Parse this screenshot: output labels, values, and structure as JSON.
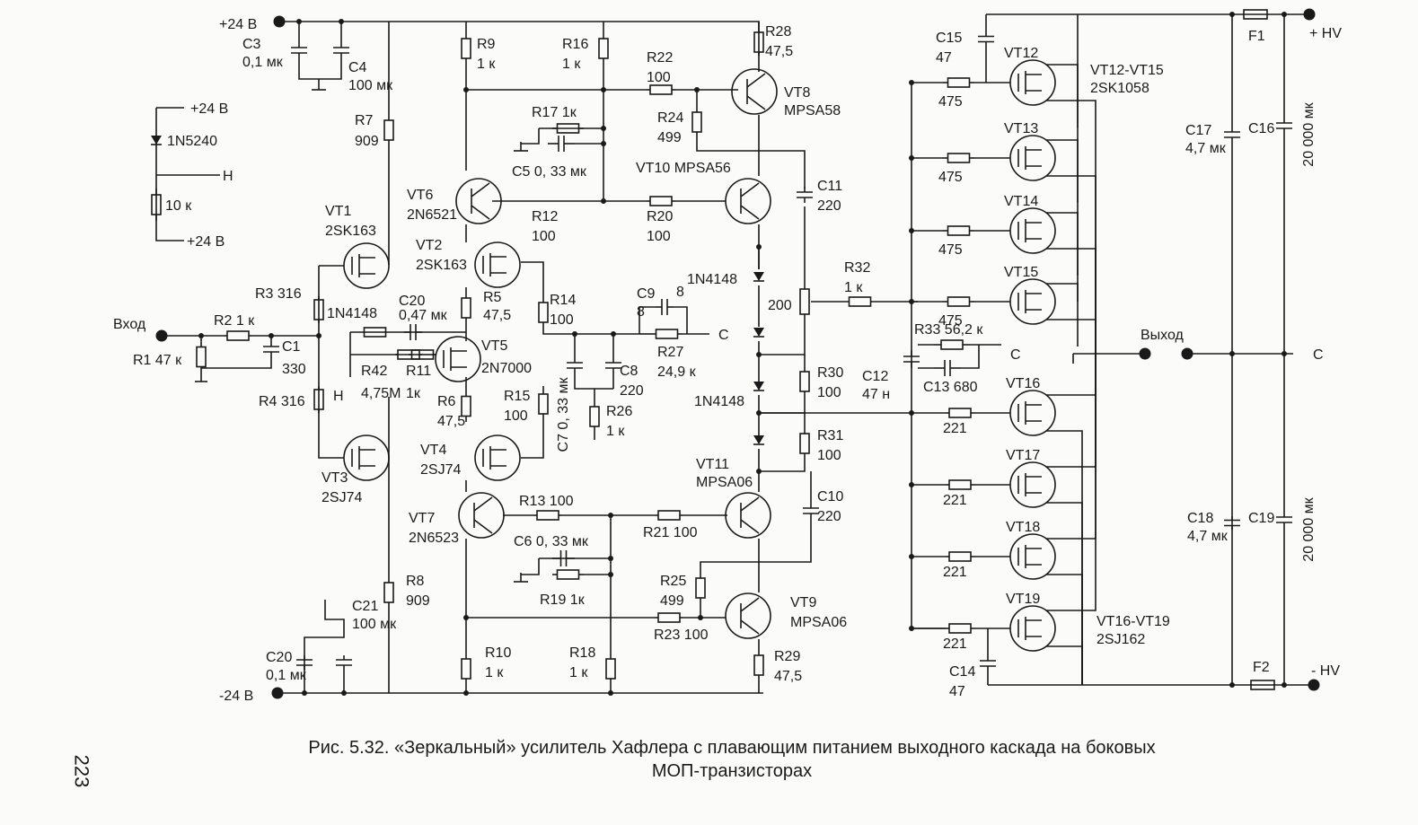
{
  "rails": {
    "pos24": "+24 В",
    "neg24": "-24 В",
    "pos_hv": "+ HV",
    "neg_hv": "- HV",
    "zener_top": "+24 В",
    "zener_bottom": "+24 В",
    "zener_tap": "H"
  },
  "ports": {
    "input": "Вход",
    "output": "Выход",
    "c_mark": "C",
    "h_mark": "H"
  },
  "components": [
    {
      "id": "c3",
      "label": "C3",
      "value": "0,1 мк"
    },
    {
      "id": "c4",
      "label": "C4",
      "value": "100 мк"
    },
    {
      "id": "d-1n5240",
      "label": "1N5240",
      "value": ""
    },
    {
      "id": "r-10k",
      "label": "10 к",
      "value": ""
    },
    {
      "id": "r7",
      "label": "R7",
      "value": "909"
    },
    {
      "id": "r9",
      "label": "R9",
      "value": "1 к"
    },
    {
      "id": "r16",
      "label": "R16",
      "value": "1 к"
    },
    {
      "id": "r28",
      "label": "R28",
      "value": "47,5"
    },
    {
      "id": "r22",
      "label": "R22",
      "value": "100"
    },
    {
      "id": "vt8",
      "label": "VT8",
      "value": "MPSA58"
    },
    {
      "id": "r24",
      "label": "R24",
      "value": "499"
    },
    {
      "id": "r17",
      "label": "R17 1к",
      "value": ""
    },
    {
      "id": "c5",
      "label": "C5 0, 33 мк",
      "value": ""
    },
    {
      "id": "vt10",
      "label": "VT10 MPSA56",
      "value": ""
    },
    {
      "id": "c11",
      "label": "C11",
      "value": "220"
    },
    {
      "id": "vt6",
      "label": "VT6",
      "value": "2N6521"
    },
    {
      "id": "r12",
      "label": "R12",
      "value": "100"
    },
    {
      "id": "r20",
      "label": "R20",
      "value": "100"
    },
    {
      "id": "vt1",
      "label": "VT1",
      "value": "2SK163"
    },
    {
      "id": "vt2",
      "label": "VT2",
      "value": "2SK163"
    },
    {
      "id": "r3",
      "label": "R3  316",
      "value": ""
    },
    {
      "id": "c20-top",
      "label": "C20",
      "value": "0,47 мк"
    },
    {
      "id": "d-1n4148-in",
      "label": "1N4148",
      "value": ""
    },
    {
      "id": "r5",
      "label": "R5",
      "value": "47,5"
    },
    {
      "id": "r14",
      "label": "R14",
      "value": "100"
    },
    {
      "id": "c9",
      "label": "C9",
      "value": "8"
    },
    {
      "id": "d-1n4148-top",
      "label": "1N4148",
      "value": ""
    },
    {
      "id": "r32",
      "label": "R32",
      "value": "1 к"
    },
    {
      "id": "pot200",
      "label": "200",
      "value": ""
    },
    {
      "id": "r2",
      "label": "R2 1 к",
      "value": ""
    },
    {
      "id": "r1",
      "label": "R1 47 к",
      "value": ""
    },
    {
      "id": "c1",
      "label": "C1",
      "value": "330"
    },
    {
      "id": "r42",
      "label": "R42",
      "value": "4,75M"
    },
    {
      "id": "r11",
      "label": "R11",
      "value": "1к"
    },
    {
      "id": "vt5",
      "label": "VT5",
      "value": "2N7000"
    },
    {
      "id": "r27",
      "label": "R27",
      "value": "24,9 к"
    },
    {
      "id": "c7",
      "label": "C7 0, 33 мк",
      "value": ""
    },
    {
      "id": "c8",
      "label": "C8",
      "value": "220"
    },
    {
      "id": "r4",
      "label": "R4 316",
      "value": ""
    },
    {
      "id": "r6",
      "label": "R6",
      "value": "47,5"
    },
    {
      "id": "r15",
      "label": "R15",
      "value": "100"
    },
    {
      "id": "r26",
      "label": "R26",
      "value": "1 к"
    },
    {
      "id": "r30",
      "label": "R30",
      "value": "100"
    },
    {
      "id": "c12",
      "label": "C12",
      "value": "47 н"
    },
    {
      "id": "c13",
      "label": "C13 680",
      "value": ""
    },
    {
      "id": "r33",
      "label": "R33 56,2 к",
      "value": ""
    },
    {
      "id": "d-1n4148-bot",
      "label": "1N4148",
      "value": ""
    },
    {
      "id": "vt3",
      "label": "VT3",
      "value": "2SJ74"
    },
    {
      "id": "vt4",
      "label": "VT4",
      "value": "2SJ74"
    },
    {
      "id": "r31",
      "label": "R31",
      "value": "100"
    },
    {
      "id": "vt11",
      "label": "VT11",
      "value": "MPSA06"
    },
    {
      "id": "c10",
      "label": "C10",
      "value": "220"
    },
    {
      "id": "vt7",
      "label": "VT7",
      "value": "2N6523"
    },
    {
      "id": "r13",
      "label": "R13 100",
      "value": ""
    },
    {
      "id": "r21",
      "label": "R21 100",
      "value": ""
    },
    {
      "id": "c6",
      "label": "C6 0, 33 мк",
      "value": ""
    },
    {
      "id": "r19",
      "label": "R19 1к",
      "value": ""
    },
    {
      "id": "r8",
      "label": "R8",
      "value": "909"
    },
    {
      "id": "c21",
      "label": "C21",
      "value": "100 мк"
    },
    {
      "id": "c20-bot",
      "label": "C20",
      "value": "0,1 мк"
    },
    {
      "id": "r25",
      "label": "R25",
      "value": "499"
    },
    {
      "id": "vt9",
      "label": "VT9",
      "value": "MPSA06"
    },
    {
      "id": "r23",
      "label": "R23 100",
      "value": ""
    },
    {
      "id": "r10",
      "label": "R10",
      "value": "1 к"
    },
    {
      "id": "r18",
      "label": "R18",
      "value": "1 к"
    },
    {
      "id": "r29",
      "label": "R29",
      "value": "47,5"
    },
    {
      "id": "c15",
      "label": "C15",
      "value": "47"
    },
    {
      "id": "vt12",
      "label": "VT12",
      "value": ""
    },
    {
      "id": "vt12-15",
      "label": "VT12-VT15",
      "value": "2SK1058"
    },
    {
      "id": "vt13",
      "label": "VT13",
      "value": ""
    },
    {
      "id": "vt14",
      "label": "VT14",
      "value": ""
    },
    {
      "id": "vt15",
      "label": "VT15",
      "value": ""
    },
    {
      "id": "vt16",
      "label": "VT16",
      "value": ""
    },
    {
      "id": "vt17",
      "label": "VT17",
      "value": ""
    },
    {
      "id": "vt18",
      "label": "VT18",
      "value": ""
    },
    {
      "id": "vt19",
      "label": "VT19",
      "value": ""
    },
    {
      "id": "vt16-19",
      "label": "VT16-VT19",
      "value": "2SJ162"
    },
    {
      "id": "c14",
      "label": "C14",
      "value": "47"
    },
    {
      "id": "f1",
      "label": "F1",
      "value": ""
    },
    {
      "id": "f2",
      "label": "F2",
      "value": ""
    },
    {
      "id": "c17",
      "label": "C17",
      "value": "4,7 мк"
    },
    {
      "id": "c16",
      "label": "C16",
      "value": "20 000 мк"
    },
    {
      "id": "c18",
      "label": "C18",
      "value": "4,7 мк"
    },
    {
      "id": "c19",
      "label": "C19",
      "value": "20 000 мк"
    }
  ],
  "gate_resistors": {
    "top": [
      "475",
      "475",
      "475",
      "475"
    ],
    "bottom": [
      "221",
      "221",
      "221",
      "221"
    ]
  },
  "caption": {
    "line1": "Рис. 5.32. «Зеркальный» усилитель Хафлера с плавающим питанием выходного каскада на боковых",
    "line2": "МОП-транзисторах"
  },
  "page_number": "223"
}
